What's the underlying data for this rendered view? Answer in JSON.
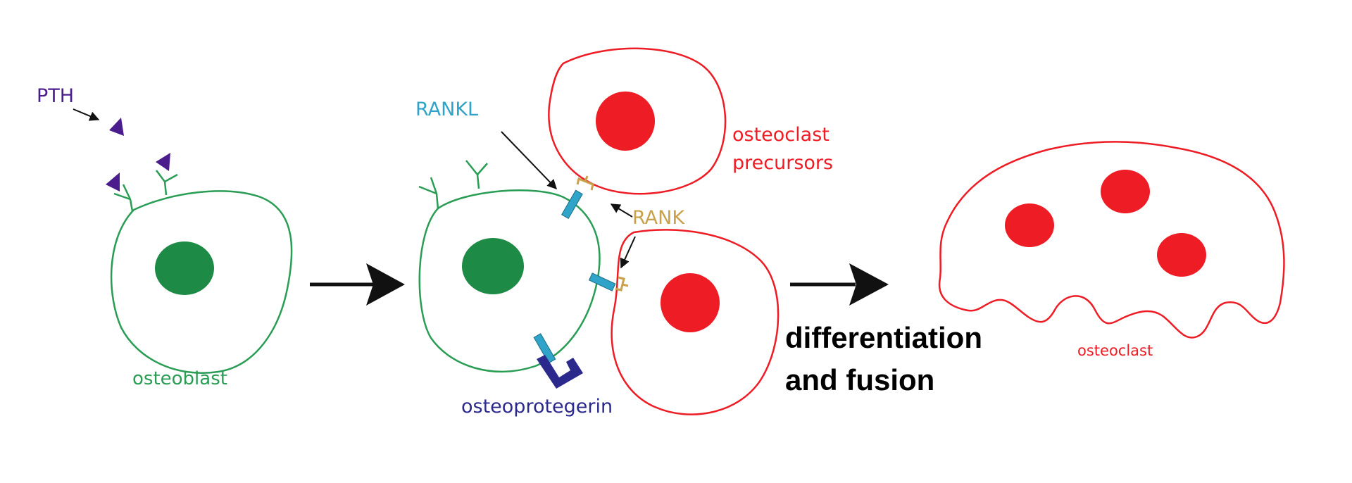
{
  "labels": {
    "pth": "PTH",
    "rankl": "RANKL",
    "rank": "RANK",
    "osteoclast_precursors_line1": "osteoclast",
    "osteoclast_precursors_line2": "precursors",
    "osteoblast": "osteoblast",
    "osteoprotegerin": "osteoprotegerin",
    "process_line1": "differentiation",
    "process_line2": "and fusion",
    "osteoclast": "osteoclast"
  },
  "colors": {
    "osteoblast": "#2a9d55",
    "nucleus_green": "#1d8a46",
    "osteoclast": "#ee1c24",
    "pth": "#4b1d8c",
    "rankl": "#2fa4c8",
    "rank": "#c9a14a",
    "osteoprotegerin": "#2b2a8c",
    "arrow": "#111111"
  }
}
